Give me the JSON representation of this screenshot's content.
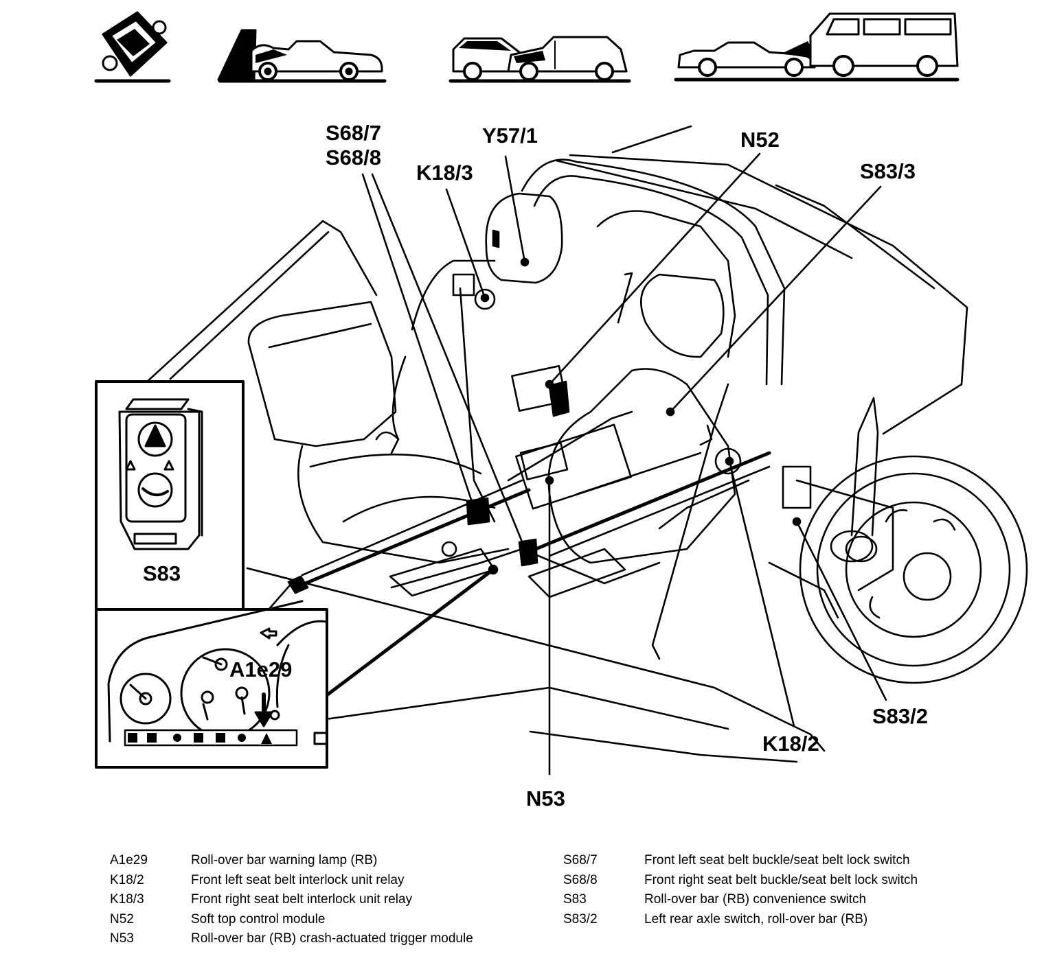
{
  "callouts": {
    "s68_7": "S68/7",
    "s68_8": "S68/8",
    "y57_1": "Y57/1",
    "k18_3": "K18/3",
    "n52": "N52",
    "s83_3": "S83/3",
    "s83_2": "S83/2",
    "k18_2": "K18/2",
    "n53": "N53"
  },
  "insets": {
    "switch_label": "S83",
    "cluster_label": "A1e29"
  },
  "legend": {
    "left": [
      {
        "code": "A1e29",
        "description": "Roll-over bar warning lamp (RB)"
      },
      {
        "code": "K18/2",
        "description": "Front left seat belt interlock unit relay"
      },
      {
        "code": "K18/3",
        "description": "Front right seat belt interlock unit relay"
      },
      {
        "code": "N52",
        "description": "Soft top control module"
      },
      {
        "code": "N53",
        "description": "Roll-over bar (RB)   crash-actuated trigger module"
      }
    ],
    "right": [
      {
        "code": "S68/7",
        "description": "Front left seat belt buckle/seat belt lock switch"
      },
      {
        "code": "S68/8",
        "description": "Front right seat belt buckle/seat belt lock switch"
      },
      {
        "code": "S83",
        "description": "Roll-over bar (RB) convenience switch"
      },
      {
        "code": "S83/2",
        "description": "Left rear axle switch, roll-over bar (RB)"
      }
    ]
  }
}
